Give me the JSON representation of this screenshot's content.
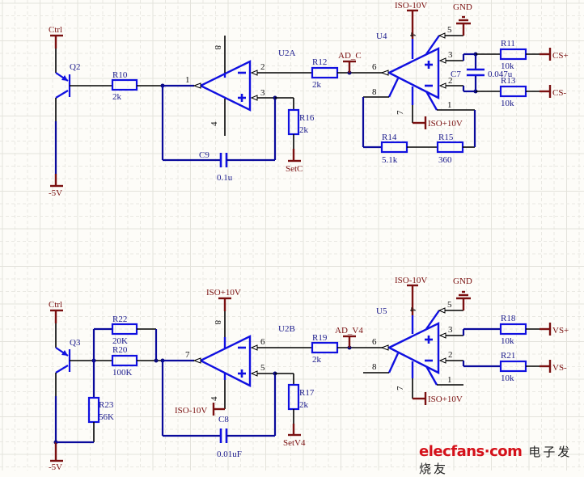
{
  "schematic": {
    "top_circuit": {
      "ctrl_label": "Ctrl",
      "neg5v_label": "-5V",
      "transistor": "Q2",
      "r10": {
        "ref": "R10",
        "value": "2k"
      },
      "opamp": {
        "ref": "U2A",
        "pins": {
          "out": "1",
          "inv": "2",
          "noninv": "3",
          "vpos": "8",
          "vneg": "4"
        }
      },
      "r12": {
        "ref": "R12",
        "value": "2k"
      },
      "r16": {
        "ref": "R16",
        "value": "2k"
      },
      "c9": {
        "ref": "C9",
        "value": "0.1u"
      },
      "setc_label": "SetC",
      "net_label": "AD_C",
      "ina": {
        "ref": "U4",
        "pins": {
          "vneg": "4",
          "ref": "5",
          "in_pos": "3",
          "in_neg": "2",
          "out": "6",
          "rg1": "8",
          "rg2": "1",
          "vpos": "7"
        }
      },
      "iso_neg": "ISO-10V",
      "iso_pos": "ISO+10V",
      "gnd": "GND",
      "r11": {
        "ref": "R11",
        "value": "10k"
      },
      "r13": {
        "ref": "R13",
        "value": "10k"
      },
      "c7": {
        "ref": "C7",
        "value": "0.047u"
      },
      "r14": {
        "ref": "R14",
        "value": "5.1k"
      },
      "r15": {
        "ref": "R15",
        "value": "360"
      },
      "cs_pos": "CS+",
      "cs_neg": "CS-"
    },
    "bottom_circuit": {
      "ctrl_label": "Ctrl",
      "neg5v_label": "-5V",
      "transistor": "Q3",
      "r22": {
        "ref": "R22",
        "value": "20K"
      },
      "r20": {
        "ref": "R20",
        "value": "100K"
      },
      "r23": {
        "ref": "R23",
        "value": "56K"
      },
      "opamp": {
        "ref": "U2B",
        "pins": {
          "out": "7",
          "inv": "6",
          "noninv": "5",
          "vpos": "8",
          "vneg": "4"
        }
      },
      "iso_pos_top": "ISO+10V",
      "iso_neg_left": "ISO-10V",
      "r19": {
        "ref": "R19",
        "value": "2k"
      },
      "r17": {
        "ref": "R17",
        "value": "2k"
      },
      "c8": {
        "ref": "C8",
        "value": "0.01uF"
      },
      "setv4_label": "SetV4",
      "net_label": "AD_V4",
      "ina": {
        "ref": "U5",
        "pins": {
          "vneg": "4",
          "ref": "5",
          "in_pos": "3",
          "in_neg": "2",
          "out": "6",
          "rg1": "8",
          "rg2": "1",
          "vpos": "7"
        }
      },
      "iso_neg": "ISO-10V",
      "iso_pos": "ISO+10V",
      "gnd": "GND",
      "r18": {
        "ref": "R18",
        "value": "10k"
      },
      "r21": {
        "ref": "R21",
        "value": "10k"
      },
      "vs_pos": "VS+",
      "vs_neg": "VS-"
    }
  },
  "watermark": {
    "brand": "elecfans·com",
    "chinese": "电子发烧友"
  }
}
